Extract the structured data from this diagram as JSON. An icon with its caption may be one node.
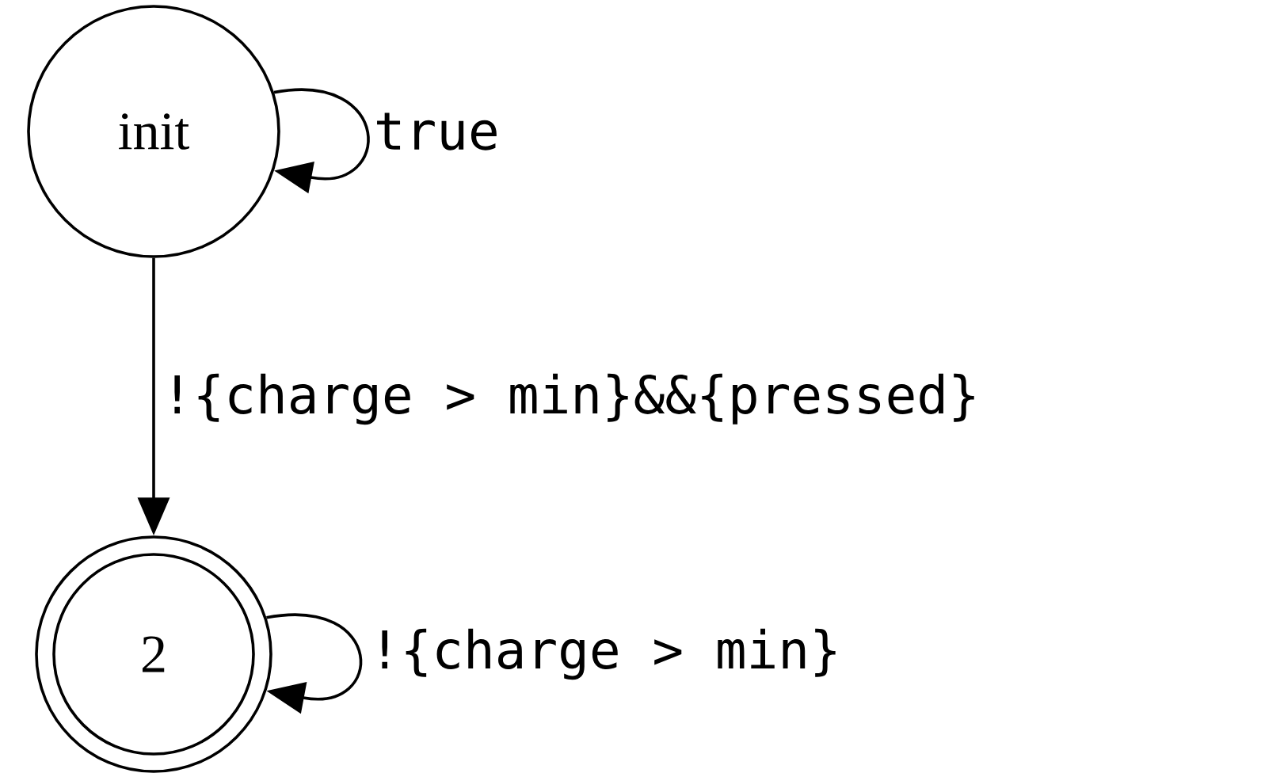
{
  "diagram": {
    "nodes": [
      {
        "text": [
          "init"
        ]
      },
      {
        "text": [
          "2"
        ]
      }
    ],
    "edges": [
      {
        "from": 0,
        "to": 0,
        "arrow": "to",
        "label": "true"
      },
      {
        "from": 0,
        "to": 1,
        "arrow": "to",
        "label": "!{charge > min}&&{pressed}"
      },
      {
        "from": 1,
        "to": 1,
        "arrow": "to",
        "label": "!{charge > min}"
      }
    ]
  }
}
